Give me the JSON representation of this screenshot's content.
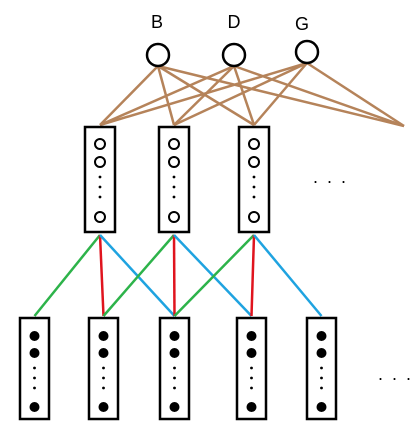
{
  "top_nodes": [
    {
      "id": "B",
      "label": "B"
    },
    {
      "id": "D",
      "label": "D"
    },
    {
      "id": "G",
      "label": "G"
    }
  ],
  "middle_layer": {
    "unit_count": 3,
    "ellipsis": ". . ."
  },
  "bottom_layer": {
    "unit_count": 5,
    "ellipsis": ". . ."
  },
  "colors": {
    "top_connections": "#b5835a",
    "left_connections": "#2db34a",
    "vertical_connections": "#e0141e",
    "right_connections": "#1fa3e0",
    "outline": "#000000"
  }
}
